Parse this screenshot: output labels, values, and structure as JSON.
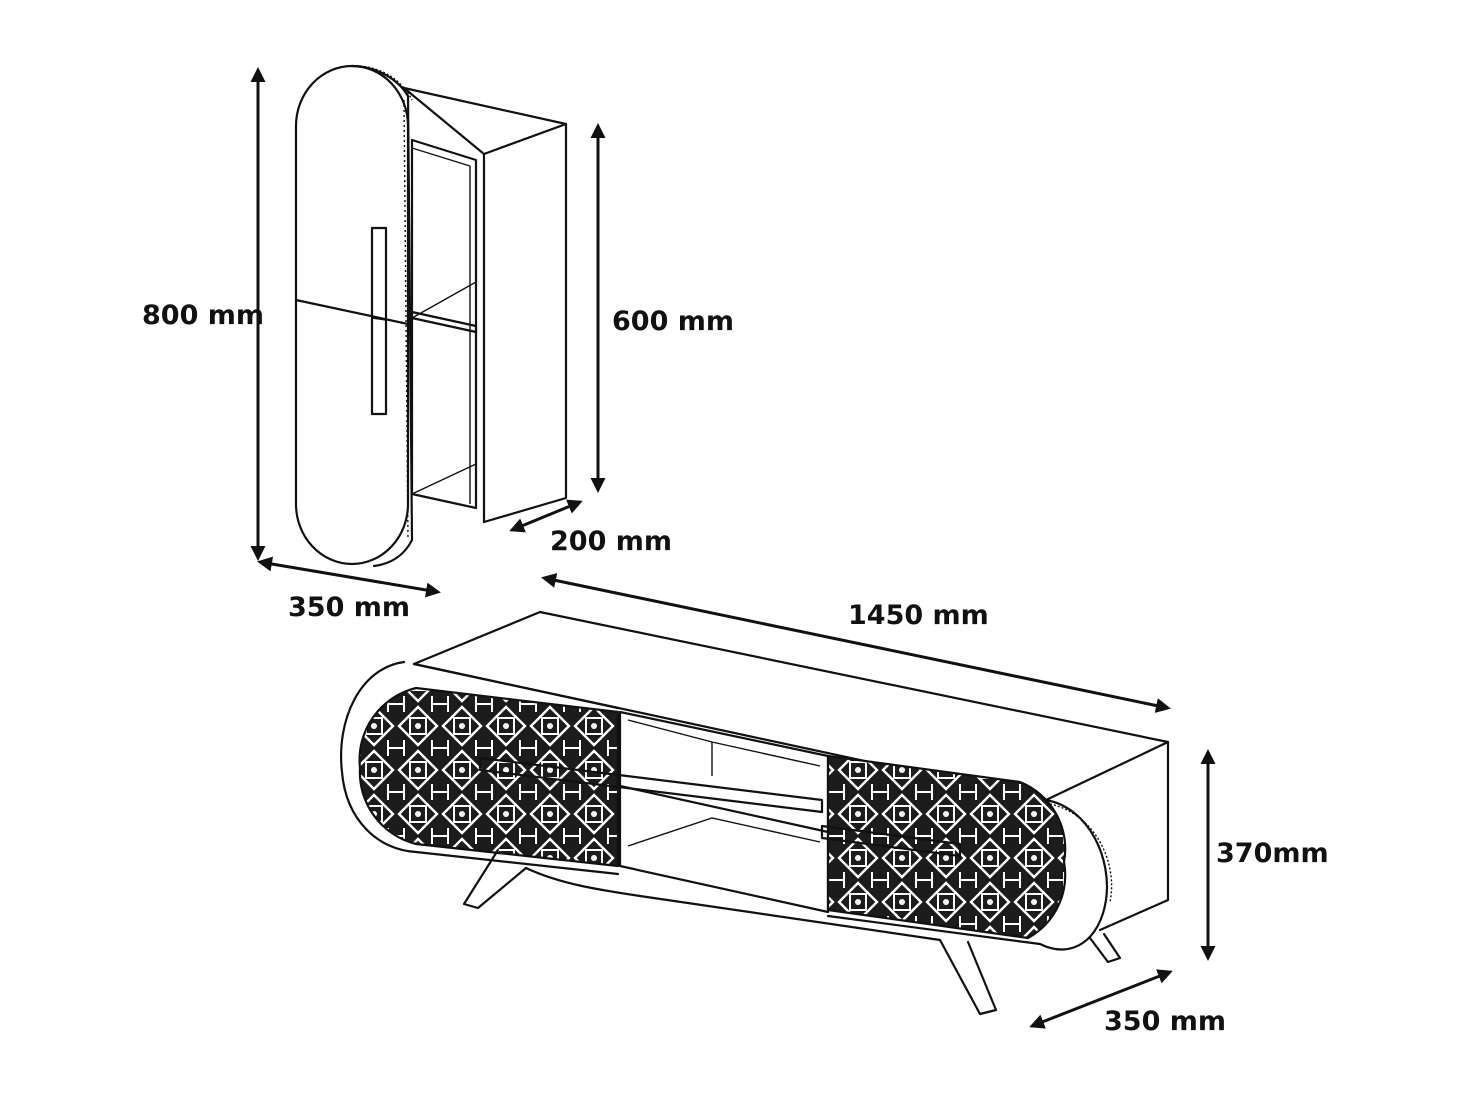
{
  "dimensions": {
    "cabinet_total_height": "800 mm",
    "cabinet_inner_height": "600 mm",
    "cabinet_depth": "200 mm",
    "cabinet_width": "350 mm",
    "tv_unit_length": "1450 mm",
    "tv_unit_height": "370mm",
    "tv_unit_depth": "350 mm"
  },
  "colors": {
    "line": "#111111",
    "background": "#ffffff"
  }
}
